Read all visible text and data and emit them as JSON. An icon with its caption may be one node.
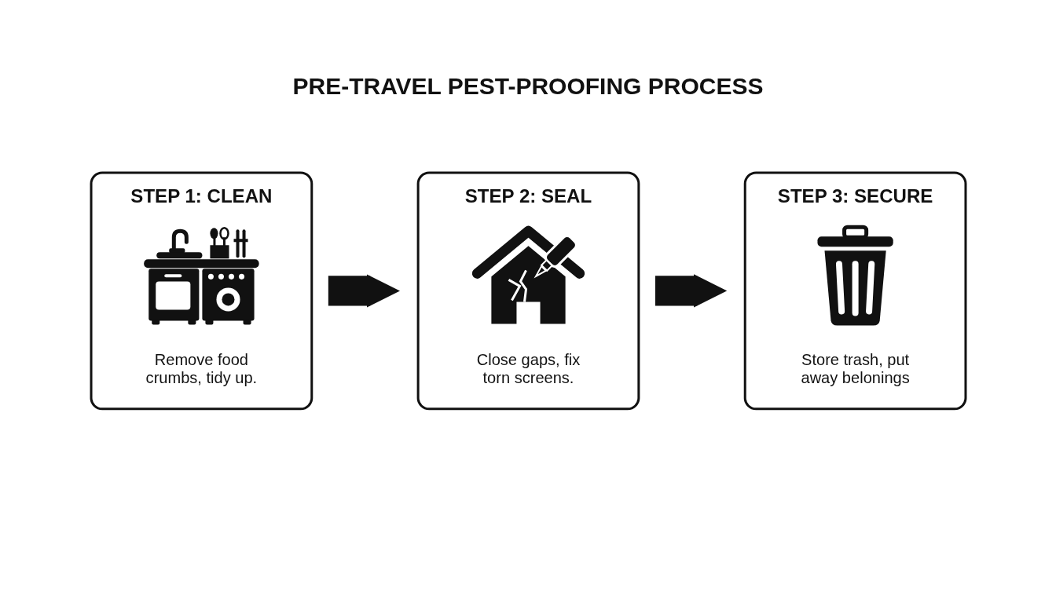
{
  "diagram": {
    "title": "PRE-TRAVEL PEST-PROOFING PROCESS",
    "nodes": [
      {
        "text": [
          "STEP 1: CLEAN",
          "Remove food crumbs, tidy up."
        ]
      },
      {
        "text": [
          "STEP 2: SEAL",
          "Close gaps, fix torn screens."
        ]
      },
      {
        "text": [
          "STEP 3: SECURE",
          "Store trash, put away belonings"
        ]
      }
    ],
    "edges": [
      {
        "from": 0,
        "to": 1,
        "arrow": "to"
      },
      {
        "from": 1,
        "to": 2,
        "arrow": "to"
      }
    ]
  }
}
